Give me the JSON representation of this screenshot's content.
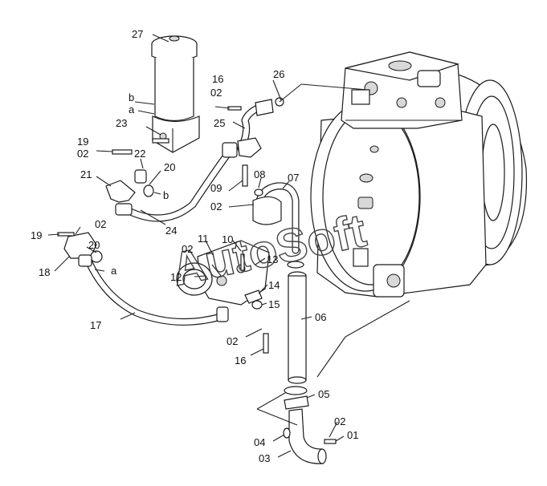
{
  "watermark": "AutoSoft",
  "callouts": [
    {
      "id": "c27",
      "text": "27"
    },
    {
      "id": "c26",
      "text": "26"
    },
    {
      "id": "c16a",
      "text": "16"
    },
    {
      "id": "c02a",
      "text": "02"
    },
    {
      "id": "c25",
      "text": "25"
    },
    {
      "id": "ca1",
      "text": "a"
    },
    {
      "id": "cb1",
      "text": "b"
    },
    {
      "id": "c23",
      "text": "23"
    },
    {
      "id": "c19a",
      "text": "19"
    },
    {
      "id": "c02b",
      "text": "02"
    },
    {
      "id": "c22",
      "text": "22"
    },
    {
      "id": "c20a",
      "text": "20"
    },
    {
      "id": "c21",
      "text": "21"
    },
    {
      "id": "cb2",
      "text": "b"
    },
    {
      "id": "c09",
      "text": "09"
    },
    {
      "id": "c08",
      "text": "08"
    },
    {
      "id": "c07",
      "text": "07"
    },
    {
      "id": "c02c",
      "text": "02"
    },
    {
      "id": "c24",
      "text": "24"
    },
    {
      "id": "c02d",
      "text": "02"
    },
    {
      "id": "c19b",
      "text": "19"
    },
    {
      "id": "c20b",
      "text": "20"
    },
    {
      "id": "c18",
      "text": "18"
    },
    {
      "id": "ca2",
      "text": "a"
    },
    {
      "id": "c10",
      "text": "10"
    },
    {
      "id": "c11",
      "text": "11"
    },
    {
      "id": "c02e",
      "text": "02"
    },
    {
      "id": "c13",
      "text": "13"
    },
    {
      "id": "c12",
      "text": "12"
    },
    {
      "id": "c14",
      "text": "14"
    },
    {
      "id": "c15",
      "text": "15"
    },
    {
      "id": "c17",
      "text": "17"
    },
    {
      "id": "c06",
      "text": "06"
    },
    {
      "id": "c02f",
      "text": "02"
    },
    {
      "id": "c16b",
      "text": "16"
    },
    {
      "id": "c05",
      "text": "05"
    },
    {
      "id": "c02g",
      "text": "02"
    },
    {
      "id": "c01",
      "text": "01"
    },
    {
      "id": "c04",
      "text": "04"
    },
    {
      "id": "c03",
      "text": "03"
    }
  ]
}
